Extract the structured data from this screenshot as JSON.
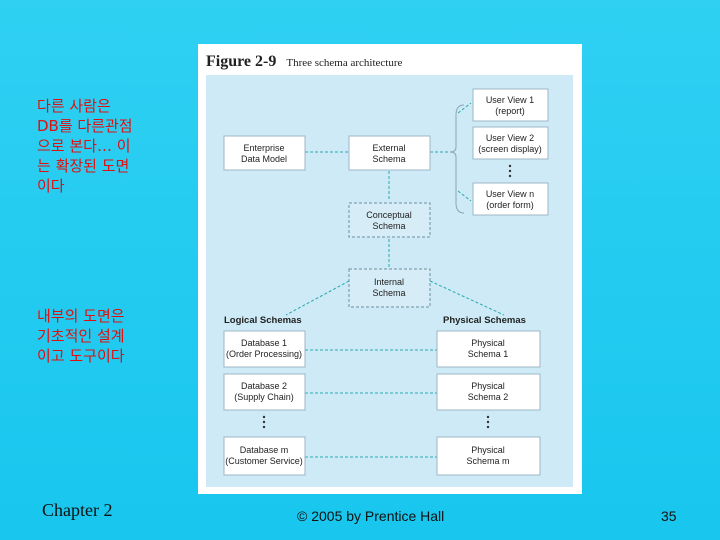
{
  "notes": {
    "left_top": [
      "다른 사람은",
      "DB를 다른관점",
      "으로 본다… 이",
      "는 확장된 도면",
      "이다"
    ],
    "left_bottom": [
      "내부의 도면은",
      "기초적인 설계",
      "이고 도구이다"
    ]
  },
  "footer": {
    "chapter": "Chapter 2",
    "copyright": "© 2005 by Prentice Hall",
    "page": "35"
  },
  "figure": {
    "number": "Figure 2-9",
    "caption": "Three schema architecture",
    "boxes": {
      "enterprise": [
        "Enterprise",
        "Data Model"
      ],
      "external": [
        "External",
        "Schema"
      ],
      "conceptual": [
        "Conceptual",
        "Schema"
      ],
      "internal": [
        "Internal",
        "Schema"
      ],
      "user1": [
        "User View 1",
        "(report)"
      ],
      "user2": [
        "User View 2",
        "(screen display)"
      ],
      "usern": [
        "User View n",
        "(order form)"
      ],
      "db1": [
        "Database 1",
        "(Order Processing)"
      ],
      "db2": [
        "Database 2",
        "(Supply Chain)"
      ],
      "dbm": [
        "Database m",
        "(Customer Service)"
      ],
      "phys1": [
        "Physical",
        "Schema 1"
      ],
      "phys2": [
        "Physical",
        "Schema 2"
      ],
      "physm": [
        "Physical",
        "Schema m"
      ]
    },
    "headers": {
      "logical": "Logical Schemas",
      "physical": "Physical Schemas"
    }
  },
  "colors": {
    "background": "#18c6ee",
    "note_text": "#e01010",
    "figure_panel": "#cdeaf6",
    "connector": "#2aaab0"
  }
}
